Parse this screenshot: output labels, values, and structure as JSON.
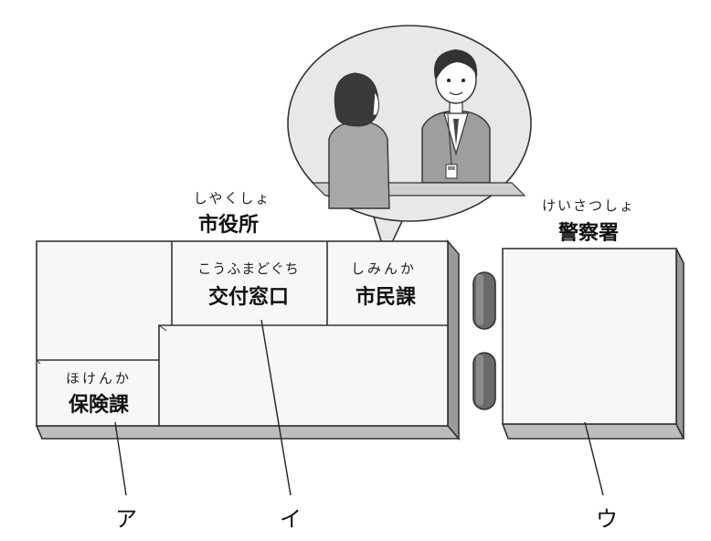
{
  "city_hall": {
    "ruby": "しやくしょ",
    "name": "市役所",
    "departments": [
      {
        "ruby": "こうふまどぐち",
        "name": "交付窓口"
      },
      {
        "ruby": "しみんか",
        "name": "市民課"
      },
      {
        "ruby": "ほけんか",
        "name": "保険課"
      }
    ]
  },
  "police": {
    "ruby": "けいさつしょ",
    "name": "警察署"
  },
  "markers": [
    "ア",
    "イ",
    "ウ"
  ],
  "colors": {
    "outline": "#333333",
    "top_face": "#f7f7f7",
    "side_face": "#bdbdbd",
    "bubble": "#e8e8e8",
    "bollard": "#555555"
  }
}
